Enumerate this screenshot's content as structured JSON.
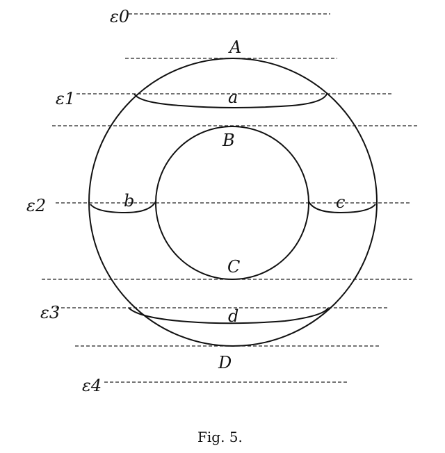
{
  "figure": {
    "caption": "Fig. 5.",
    "levels": [
      "ε0",
      "ε1",
      "ε2",
      "ε3",
      "ε4"
    ],
    "points": {
      "A": "A",
      "B": "B",
      "C": "C",
      "D": "D"
    },
    "curves": {
      "a": "a",
      "b": "b",
      "c": "c",
      "d": "d"
    }
  }
}
